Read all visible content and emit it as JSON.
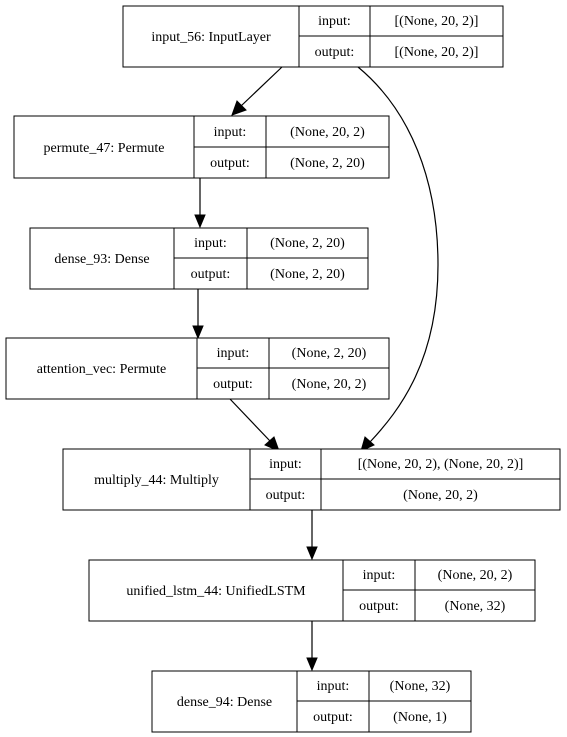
{
  "nodes": [
    {
      "label": "input_56: InputLayer",
      "in_key": "input:",
      "in_val": "[(None, 20, 2)]",
      "out_key": "output:",
      "out_val": "[(None, 20, 2)]"
    },
    {
      "label": "permute_47: Permute",
      "in_key": "input:",
      "in_val": "(None, 20, 2)",
      "out_key": "output:",
      "out_val": "(None, 2, 20)"
    },
    {
      "label": "dense_93: Dense",
      "in_key": "input:",
      "in_val": "(None, 2, 20)",
      "out_key": "output:",
      "out_val": "(None, 2, 20)"
    },
    {
      "label": "attention_vec: Permute",
      "in_key": "input:",
      "in_val": "(None, 2, 20)",
      "out_key": "output:",
      "out_val": "(None, 20, 2)"
    },
    {
      "label": "multiply_44: Multiply",
      "in_key": "input:",
      "in_val": "[(None, 20, 2), (None, 20, 2)]",
      "out_key": "output:",
      "out_val": "(None, 20, 2)"
    },
    {
      "label": "unified_lstm_44: UnifiedLSTM",
      "in_key": "input:",
      "in_val": "(None, 20, 2)",
      "out_key": "output:",
      "out_val": "(None, 32)"
    },
    {
      "label": "dense_94: Dense",
      "in_key": "input:",
      "in_val": "(None, 32)",
      "out_key": "output:",
      "out_val": "(None, 1)"
    }
  ]
}
